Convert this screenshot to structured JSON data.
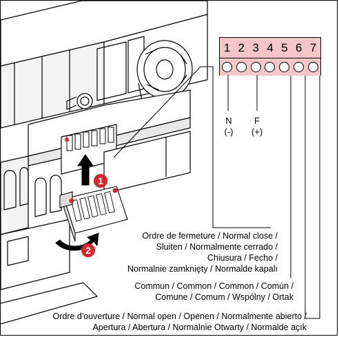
{
  "terminal": {
    "pins": [
      "1",
      "2",
      "3",
      "4",
      "5",
      "6",
      "7"
    ],
    "header_color": "#f5c6c6"
  },
  "signals": {
    "neutral": {
      "letter": "N",
      "polarity": "(-)"
    },
    "phase": {
      "letter": "F",
      "polarity": "(+)"
    }
  },
  "callouts": [
    {
      "step": "1",
      "color": "#d8252c"
    },
    {
      "step": "2",
      "color": "#d8252c"
    }
  ],
  "labels": {
    "close": [
      "Ordre de fermeture / Normal close /",
      "Sluiten / Normalmente cerrado /",
      "Chiusura / Fecho /",
      "Normalnie zamknięty / Normalde kapalı"
    ],
    "common": [
      "Commun / Common / Common / Común /",
      "Comune / Comum / Wspólny / Ortak"
    ],
    "open": [
      "Ordre d'ouverture / Normal open / Openen / Normalmente abierto /",
      "Apertura / Abertura / Normalnie Otwarty / Normalde açık"
    ]
  }
}
